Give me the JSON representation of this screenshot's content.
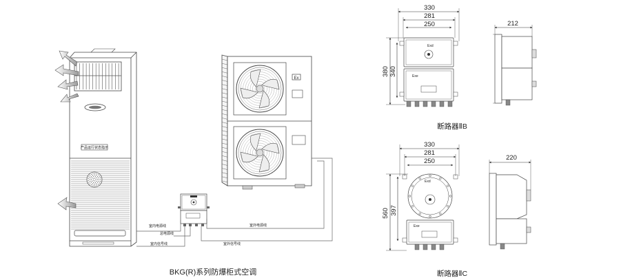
{
  "caption_main": "BKG(R)系列防爆柜式空调",
  "wire_labels": {
    "indoor_power": "室内电源线",
    "outdoor_power": "室外电源线",
    "main_power": "总电源线",
    "indoor_signal": "室内信号线",
    "outdoor_signal": "室外信号线"
  },
  "indoor_unit": {
    "panel_text": "产品运行状态指示"
  },
  "outdoor_unit": {
    "ex_mark": "Ex"
  },
  "breaker_b": {
    "caption": "断路器ⅡB",
    "dims": {
      "w1": "330",
      "w2": "281",
      "w3": "250",
      "h1": "380",
      "h2": "340",
      "depth": "212"
    },
    "upper_mark": "Exd",
    "lower_mark": "Exe"
  },
  "breaker_c": {
    "caption": "断路器ⅡC",
    "dims": {
      "w1": "330",
      "w2": "281",
      "w3": "250",
      "h1": "560",
      "h2": "397",
      "depth": "220"
    },
    "upper_mark": "Exd",
    "lower_mark": "Exe"
  }
}
